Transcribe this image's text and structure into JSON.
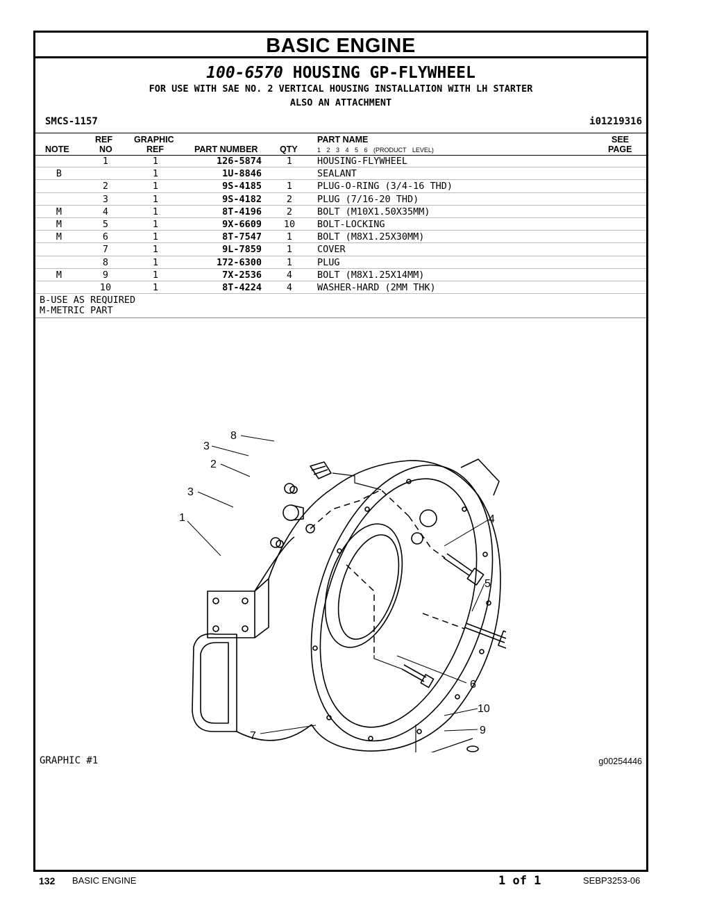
{
  "header": {
    "title": "BASIC ENGINE",
    "group_number": "100-6570",
    "group_name": "HOUSING GP-FLYWHEEL",
    "subtitle_1": "FOR USE WITH SAE NO. 2 VERTICAL HOUSING INSTALLATION WITH LH STARTER",
    "subtitle_2": "ALSO AN ATTACHMENT",
    "smcs": "SMCS-1157",
    "info_id": "i01219316"
  },
  "columns": {
    "note": "NOTE",
    "ref_1": "REF",
    "ref_2": "NO",
    "gref_1": "GRAPHIC",
    "gref_2": "REF",
    "part_number": "PART NUMBER",
    "qty": "QTY",
    "part_name": "PART NAME",
    "product_levels": "1 2 3 4 5 6 (PRODUCT LEVEL)",
    "see_1": "SEE",
    "see_2": "PAGE"
  },
  "parts": [
    {
      "note": "",
      "ref": "1",
      "gref": "1",
      "part_number": "126-5874",
      "qty": "1",
      "name": "HOUSING-FLYWHEEL"
    },
    {
      "note": "B",
      "ref": "",
      "gref": "1",
      "part_number": "1U-8846",
      "qty": "",
      "name": "SEALANT"
    },
    {
      "note": "",
      "ref": "2",
      "gref": "1",
      "part_number": "9S-4185",
      "qty": "1",
      "name": "PLUG-O-RING (3/4-16 THD)"
    },
    {
      "note": "",
      "ref": "3",
      "gref": "1",
      "part_number": "9S-4182",
      "qty": "2",
      "name": "PLUG (7/16-20 THD)"
    },
    {
      "note": "M",
      "ref": "4",
      "gref": "1",
      "part_number": "8T-4196",
      "qty": "2",
      "name": "BOLT (M10X1.50X35MM)"
    },
    {
      "note": "M",
      "ref": "5",
      "gref": "1",
      "part_number": "9X-6609",
      "qty": "10",
      "name": "BOLT-LOCKING"
    },
    {
      "note": "M",
      "ref": "6",
      "gref": "1",
      "part_number": "8T-7547",
      "qty": "1",
      "name": "BOLT (M8X1.25X30MM)"
    },
    {
      "note": "",
      "ref": "7",
      "gref": "1",
      "part_number": "9L-7859",
      "qty": "1",
      "name": "COVER"
    },
    {
      "note": "",
      "ref": "8",
      "gref": "1",
      "part_number": "172-6300",
      "qty": "1",
      "name": "PLUG"
    },
    {
      "note": "M",
      "ref": "9",
      "gref": "1",
      "part_number": "7X-2536",
      "qty": "4",
      "name": "BOLT (M8X1.25X14MM)"
    },
    {
      "note": "",
      "ref": "10",
      "gref": "1",
      "part_number": "8T-4224",
      "qty": "4",
      "name": "WASHER-HARD (2MM THK)"
    }
  ],
  "notes": [
    "B-USE AS REQUIRED",
    "M-METRIC PART"
  ],
  "callouts": [
    "1",
    "2",
    "3",
    "3",
    "4",
    "5",
    "6",
    "7",
    "8",
    "9",
    "10"
  ],
  "graphic": {
    "label": "GRAPHIC #1",
    "id": "g00254446"
  },
  "footer": {
    "page": "132",
    "section": "BASIC ENGINE",
    "page_of": "1 of 1",
    "doc_id": "SEBP3253-06"
  }
}
